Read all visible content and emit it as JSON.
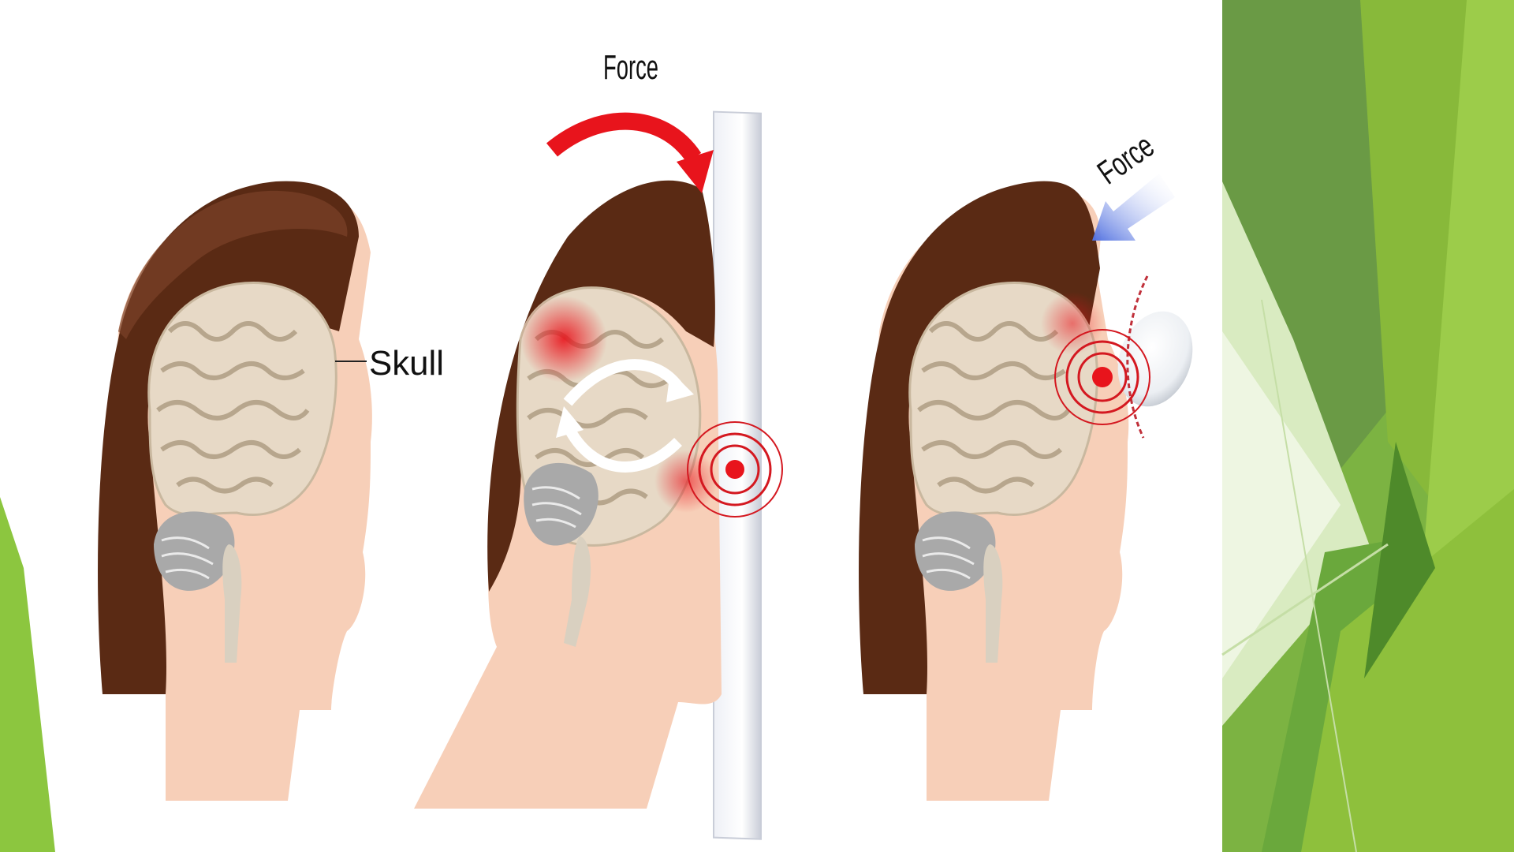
{
  "slide": {
    "theme_colors": {
      "green_dark": "#5f9a3c",
      "green_mid": "#7cb342",
      "green_light": "#9ccc4a",
      "green_pale": "#d9ebc1",
      "skin": "#f6cdb5",
      "hair": "#5a2a14",
      "brain": "#e3d7c6",
      "impact_red": "#e8141c",
      "force_blue": "#5a7de8"
    },
    "illustration": {
      "panels": [
        {
          "label": "Skull"
        },
        {
          "label": "Force"
        },
        {
          "label": "Force"
        }
      ]
    }
  }
}
